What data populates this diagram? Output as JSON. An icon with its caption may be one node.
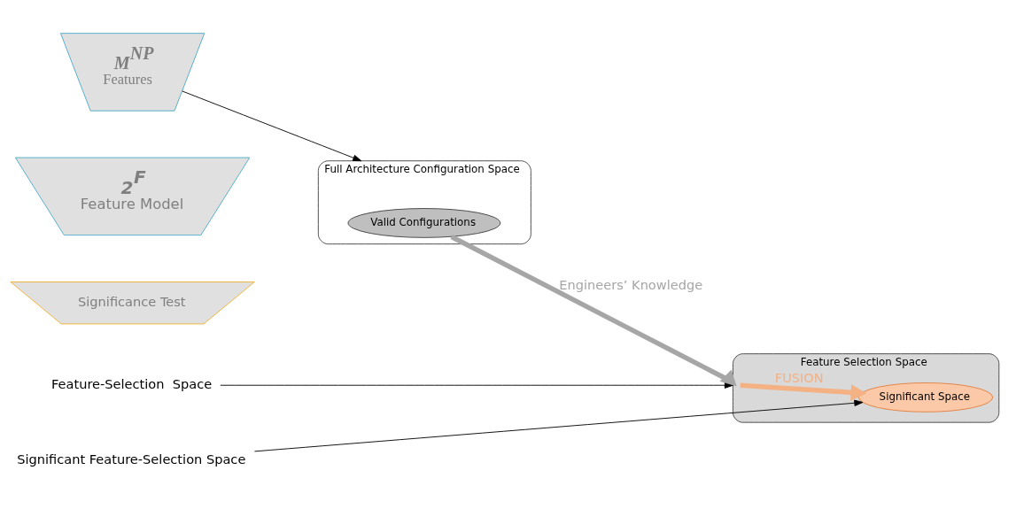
{
  "diagram": {
    "nodes": [
      {
        "text": [
          "M$^{NP}$",
          "Features"
        ]
      },
      {
        "text": [
          "2$^{F}$",
          "Feature Model"
        ]
      },
      {
        "text": [
          "Significance Test"
        ]
      },
      {
        "text": [
          "Feature-Selection  Space"
        ]
      },
      {
        "text": [
          "Significant Feature-Selection Space"
        ]
      },
      {
        "text": [
          "Full Architecture Configuration Space"
        ]
      },
      {
        "text": [
          "Valid Configurations"
        ],
        "in": 5
      },
      {
        "text": [
          "Feature Selection Space"
        ]
      },
      {
        "text": [
          "Significant Space"
        ],
        "in": 7
      }
    ],
    "edges": [
      {
        "from": 0,
        "to": 5,
        "arrow": "to"
      },
      {
        "from": 6,
        "to": 7,
        "arrow": "to",
        "label": "Engineers’ Knowledge",
        "style": "thick",
        "color": "#a6a6a6"
      },
      {
        "from": 3,
        "to": 7,
        "arrow": "to"
      },
      {
        "from": 4,
        "to": 8,
        "arrow": "to"
      },
      {
        "from": 7,
        "to": 8,
        "arrow": "to",
        "label": "FUSION",
        "style": "thick",
        "color": "#f4b183"
      }
    ]
  }
}
